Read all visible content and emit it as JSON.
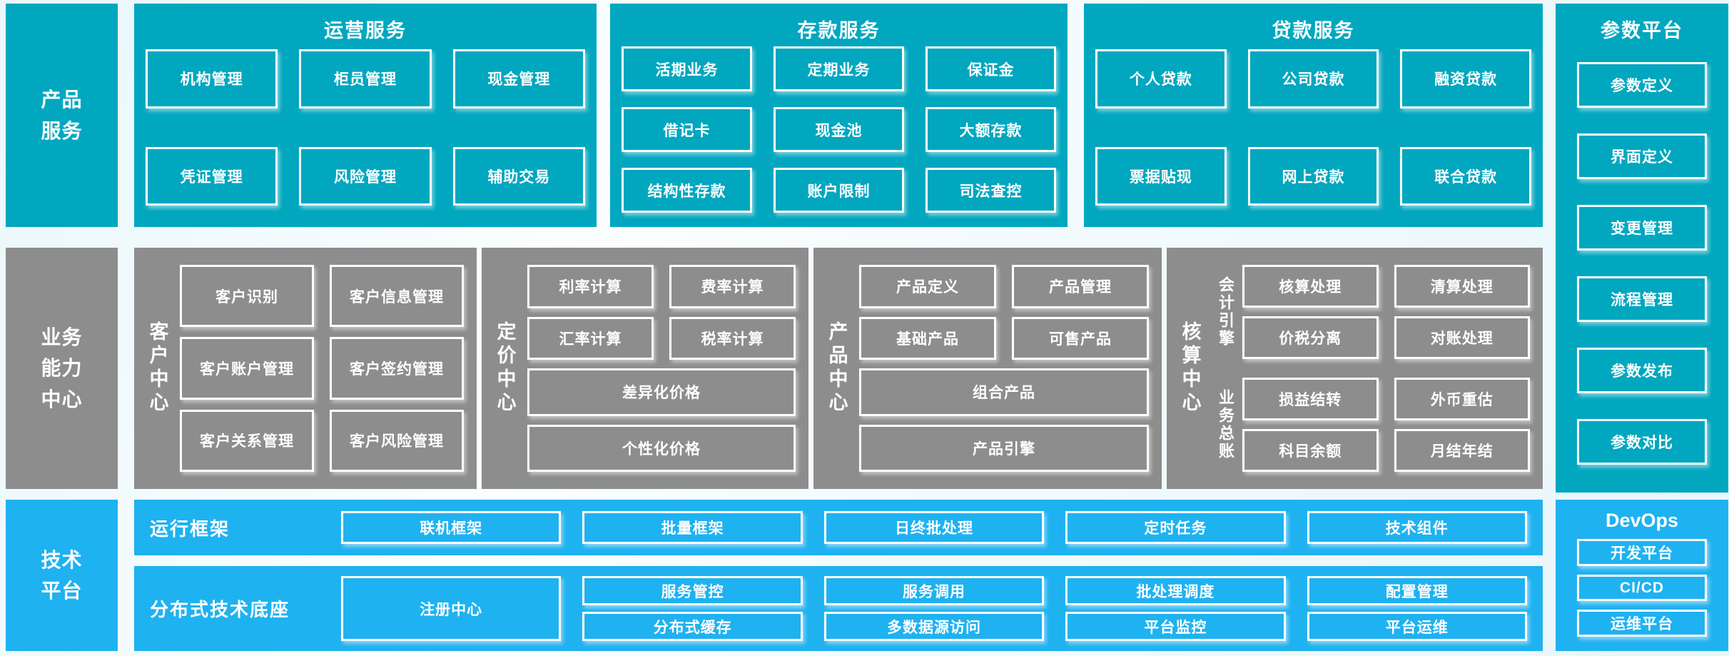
{
  "colors": {
    "teal": "#00a7bf",
    "gray": "#8d8d8d",
    "blue": "#1fb2f0",
    "box_border": "#ffffff",
    "text": "#ffffff"
  },
  "rail": {
    "product_services": "产品\n服务",
    "business_capability": "业务\n能力\n中心",
    "tech_platform": "技术\n平台"
  },
  "top_panels": {
    "operations": {
      "title": "运营服务",
      "items": [
        "机构管理",
        "柜员管理",
        "现金管理",
        "凭证管理",
        "风险管理",
        "辅助交易"
      ]
    },
    "deposit": {
      "title": "存款服务",
      "items": [
        "活期业务",
        "定期业务",
        "保证金",
        "借记卡",
        "现金池",
        "大额存款",
        "结构性存款",
        "账户限制",
        "司法查控"
      ]
    },
    "loan": {
      "title": "贷款服务",
      "items": [
        "个人贷款",
        "公司贷款",
        "融资贷款",
        "票据贴现",
        "网上贷款",
        "联合贷款"
      ]
    }
  },
  "param_platform": {
    "title": "参数平台",
    "items": [
      "参数定义",
      "界面定义",
      "变更管理",
      "流程管理",
      "参数发布",
      "参数对比"
    ]
  },
  "capability": {
    "customer": {
      "label": "客户中心",
      "items": [
        "客户识别",
        "客户信息管理",
        "客户账户管理",
        "客户签约管理",
        "客户关系管理",
        "客户风险管理"
      ]
    },
    "pricing": {
      "label": "定价中心",
      "pairs": [
        "利率计算",
        "费率计算",
        "汇率计算",
        "税率计算"
      ],
      "wide": [
        "差异化价格",
        "个性化价格"
      ]
    },
    "product": {
      "label": "产品中心",
      "pairs": [
        "产品定义",
        "产品管理",
        "基础产品",
        "可售产品"
      ],
      "wide": [
        "组合产品",
        "产品引擎"
      ]
    },
    "accounting": {
      "label": "核算中心",
      "groups": [
        {
          "label": "会计引擎",
          "items": [
            "核算处理",
            "清算处理",
            "价税分离",
            "对账处理"
          ]
        },
        {
          "label": "业务总账",
          "items": [
            "损益结转",
            "外币重估",
            "科目余额",
            "月结年结"
          ]
        }
      ]
    }
  },
  "tech": {
    "runtime": {
      "label": "运行框架",
      "items": [
        "联机框架",
        "批量框架",
        "日终批处理",
        "定时任务",
        "技术组件"
      ]
    },
    "distributed": {
      "label": "分布式技术底座",
      "registry": "注册中心",
      "grid": [
        "服务管控",
        "服务调用",
        "批处理调度",
        "配置管理",
        "分布式缓存",
        "多数据源访问",
        "平台监控",
        "平台运维"
      ]
    },
    "devops": {
      "title": "DevOps",
      "items": [
        "开发平台",
        "CI/CD",
        "运维平台"
      ]
    }
  }
}
